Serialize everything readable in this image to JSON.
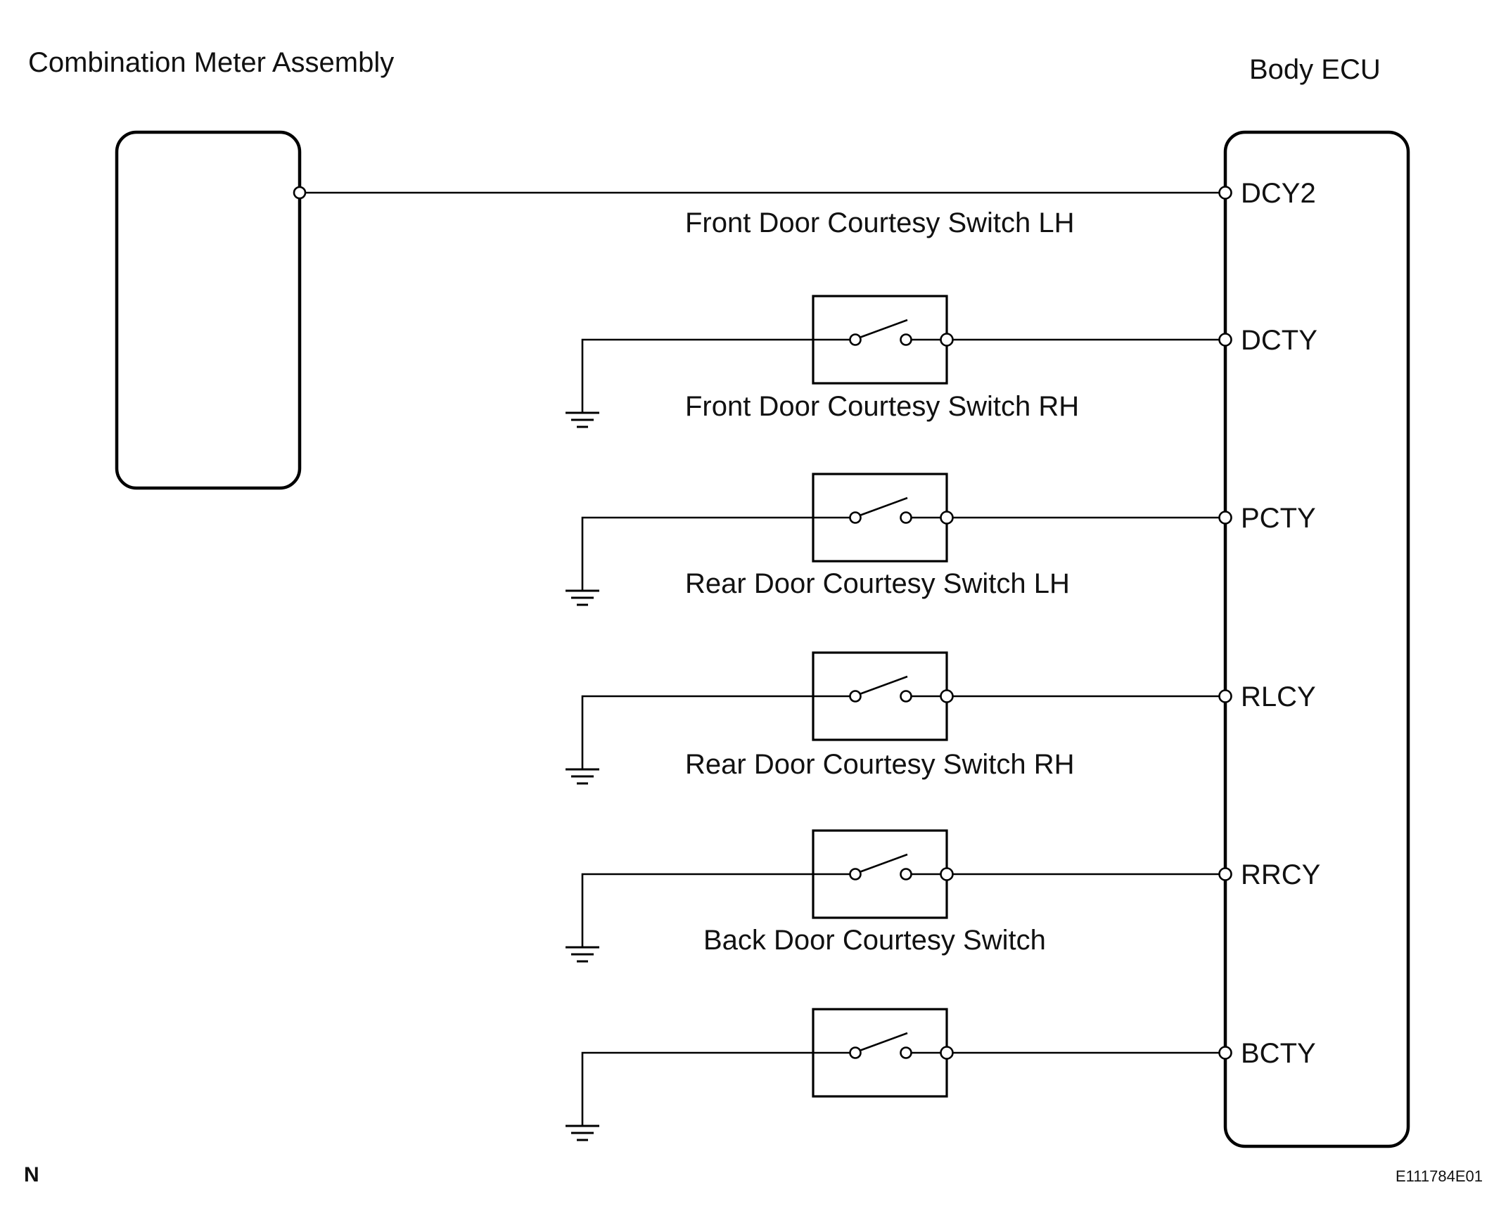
{
  "title_left": "Combination Meter Assembly",
  "title_right": "Body ECU",
  "corner_letter": "N",
  "figure_code": "E111784E01",
  "wires": [
    {
      "pin": "DCY2",
      "label": "Front Door Courtesy Switch LH",
      "switch": false
    },
    {
      "pin": "DCTY",
      "label": "Front Door Courtesy Switch RH",
      "switch": true
    },
    {
      "pin": "PCTY",
      "label": "Rear Door Courtesy Switch LH",
      "switch": true
    },
    {
      "pin": "RLCY",
      "label": "Rear Door Courtesy Switch RH",
      "switch": true
    },
    {
      "pin": "RRCY",
      "label": "Back Door Courtesy Switch",
      "switch": true
    },
    {
      "pin": "BCTY",
      "label": "",
      "switch": true
    }
  ]
}
